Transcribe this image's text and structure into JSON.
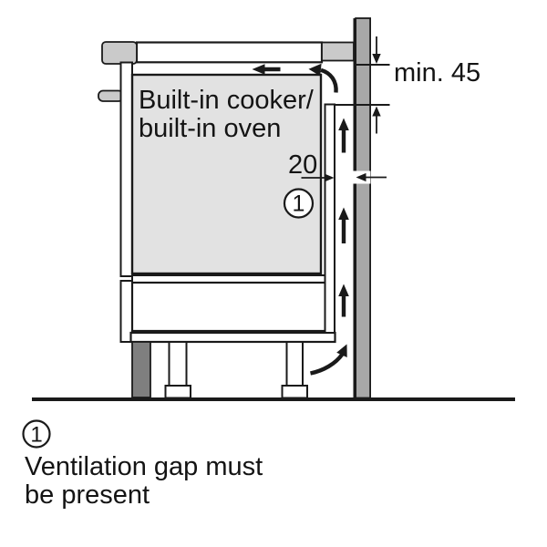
{
  "colors": {
    "background": "#ffffff",
    "line": "#1a1a1a",
    "appliance_fill": "#e2e2e2",
    "worktop_cap_fill": "#cacaca",
    "wall_fill": "#a8a8a8",
    "plinth_fill": "#7f7f7f"
  },
  "diagram": {
    "appliance_label": {
      "line1": "Built-in cooker/",
      "line2": "built-in oven"
    },
    "dimensions": {
      "top_clearance": "min. 45",
      "rear_gap": "20"
    },
    "callout": {
      "number": "1"
    }
  },
  "legend": {
    "callout_number": "1",
    "text_line1": "Ventilation gap must",
    "text_line2": "be present"
  }
}
